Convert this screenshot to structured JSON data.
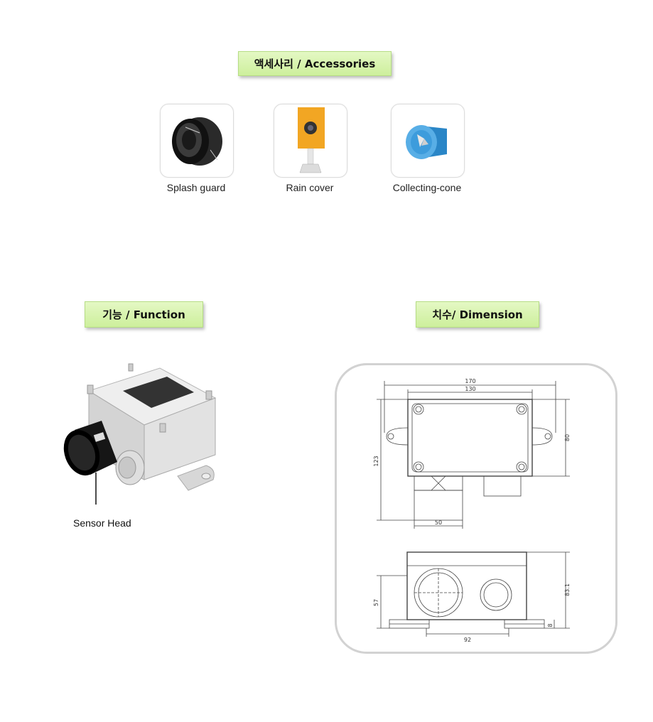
{
  "accessories": {
    "title": "액세사리  / Accessories",
    "items": [
      {
        "label": "Splash guard",
        "icon": "splash-guard"
      },
      {
        "label": "Rain cover",
        "icon": "rain-cover"
      },
      {
        "label": "Collecting-cone",
        "icon": "collecting-cone"
      }
    ]
  },
  "function": {
    "title": "기능 / Function",
    "sensor_label": "Sensor Head"
  },
  "dimension": {
    "title": "치수/ Dimension",
    "values": {
      "overall_width": "170",
      "hole_spacing": "130",
      "depth": "80",
      "total_length": "123",
      "gland_width": "50",
      "body_height": "57",
      "total_height": "83.1",
      "foot_spacing": "92",
      "foot_height": "8"
    }
  }
}
